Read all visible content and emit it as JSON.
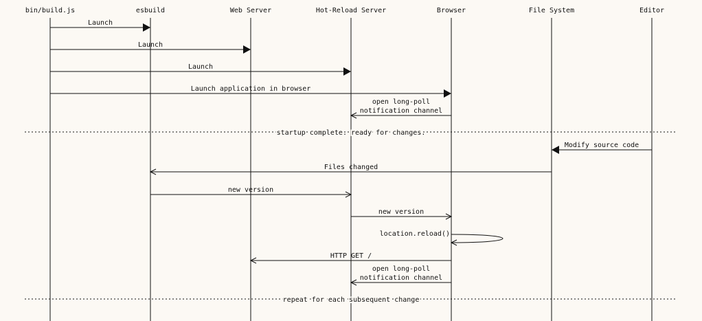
{
  "diagram": {
    "type": "sequence",
    "colors": {
      "background": "#fcf9f4",
      "line": "#111111"
    },
    "participants": [
      {
        "id": "build",
        "label": "bin/build.js"
      },
      {
        "id": "esbuild",
        "label": "esbuild"
      },
      {
        "id": "web",
        "label": "Web Server"
      },
      {
        "id": "hot",
        "label": "Hot-Reload Server"
      },
      {
        "id": "browser",
        "label": "Browser"
      },
      {
        "id": "fs",
        "label": "File System"
      },
      {
        "id": "editor",
        "label": "Editor"
      }
    ],
    "steps": [
      {
        "kind": "message",
        "from": "build",
        "to": "esbuild",
        "lines": [
          "Launch"
        ],
        "arrow": "sync"
      },
      {
        "kind": "message",
        "from": "build",
        "to": "web",
        "lines": [
          "Launch"
        ],
        "arrow": "sync"
      },
      {
        "kind": "message",
        "from": "build",
        "to": "hot",
        "lines": [
          "Launch"
        ],
        "arrow": "sync"
      },
      {
        "kind": "message",
        "from": "build",
        "to": "browser",
        "lines": [
          "Launch application in browser"
        ],
        "arrow": "sync"
      },
      {
        "kind": "message",
        "from": "browser",
        "to": "hot",
        "lines": [
          "open long-poll",
          "notification channel"
        ],
        "arrow": "async"
      },
      {
        "kind": "divider",
        "label": "startup complete. ready for changes."
      },
      {
        "kind": "message",
        "from": "editor",
        "to": "fs",
        "lines": [
          "Modify source code"
        ],
        "arrow": "sync"
      },
      {
        "kind": "message",
        "from": "fs",
        "to": "esbuild",
        "lines": [
          "Files changed"
        ],
        "arrow": "async"
      },
      {
        "kind": "message",
        "from": "esbuild",
        "to": "hot",
        "lines": [
          "new version"
        ],
        "arrow": "async"
      },
      {
        "kind": "message",
        "from": "hot",
        "to": "browser",
        "lines": [
          "new version"
        ],
        "arrow": "async"
      },
      {
        "kind": "self",
        "on": "browser",
        "lines": [
          "location.reload()"
        ],
        "arrow": "async"
      },
      {
        "kind": "message",
        "from": "browser",
        "to": "web",
        "lines": [
          "HTTP GET /"
        ],
        "arrow": "async"
      },
      {
        "kind": "message",
        "from": "browser",
        "to": "hot",
        "lines": [
          "open long-poll",
          "notification channel"
        ],
        "arrow": "async"
      },
      {
        "kind": "divider",
        "label": "repeat for each subsequent change"
      }
    ]
  }
}
